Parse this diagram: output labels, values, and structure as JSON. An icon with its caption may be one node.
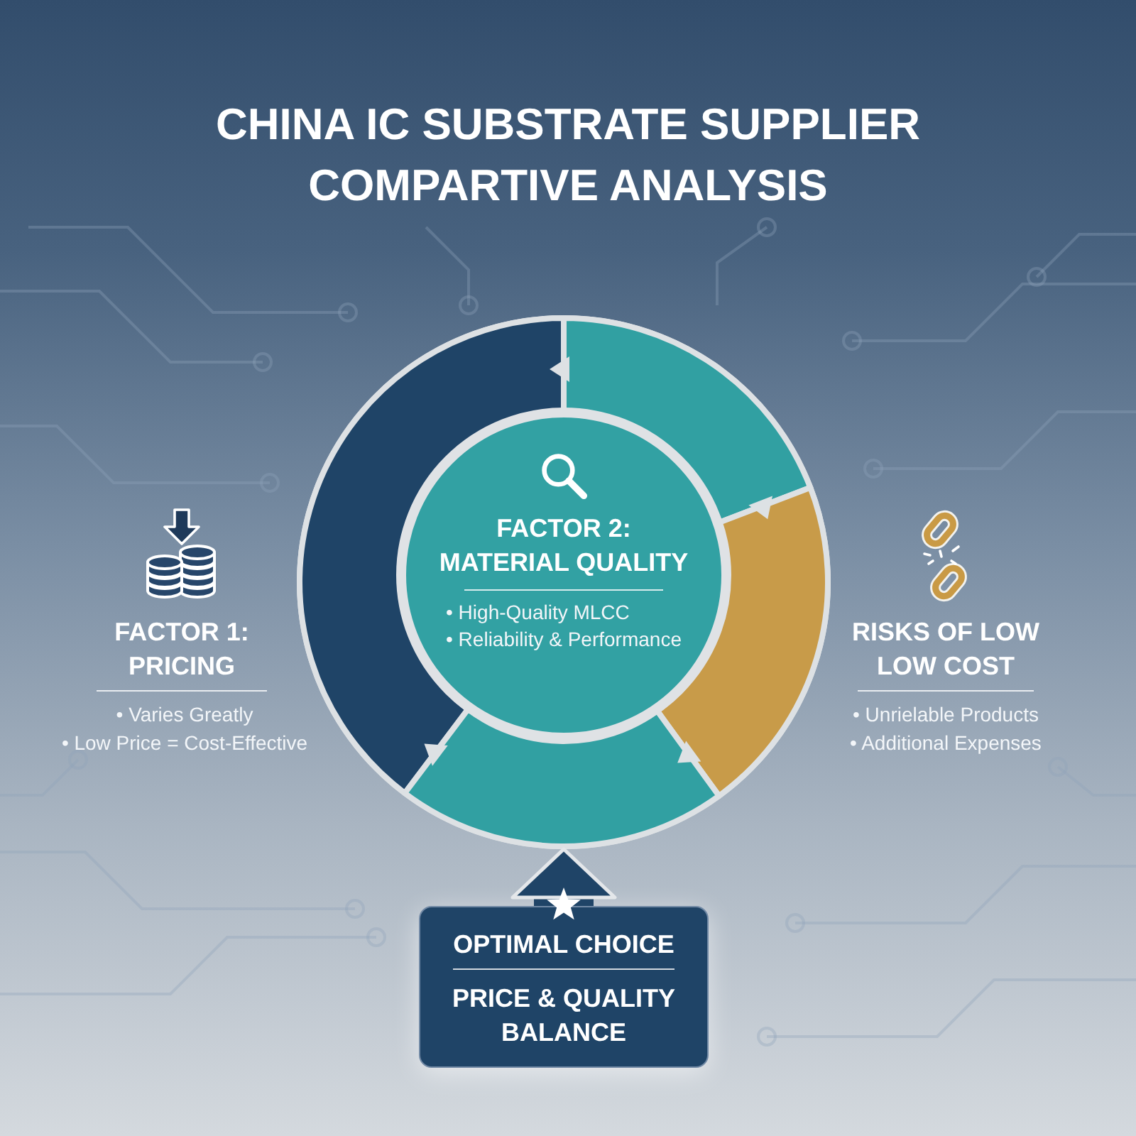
{
  "diagram": {
    "title": "CHINA IC SUBSTRATE SUPPLIER COMPARTIVE ANALYSIS",
    "nodes": [
      {
        "text": [],
        "shape": "circle"
      },
      {
        "text": [
          "FACTOR 2: MATERIAL QUALITY",
          "• High-Quality MLCC",
          "• Reliability & Performance"
        ],
        "in": 0
      },
      {
        "text": [
          "OPTIMAL CHOICE",
          "PRICE & QUALITY BALANCE"
        ]
      }
    ],
    "edges": [
      {
        "from": 2,
        "to": 0,
        "arrow": "to"
      }
    ],
    "labels": [
      "FACTOR 1: PRICING",
      "• Varies Greatly",
      "• Low Price = Cost-Effective",
      "RISKS OF LOW LOW COST",
      "• Unrielable Products",
      "• Additional Expenses"
    ]
  }
}
